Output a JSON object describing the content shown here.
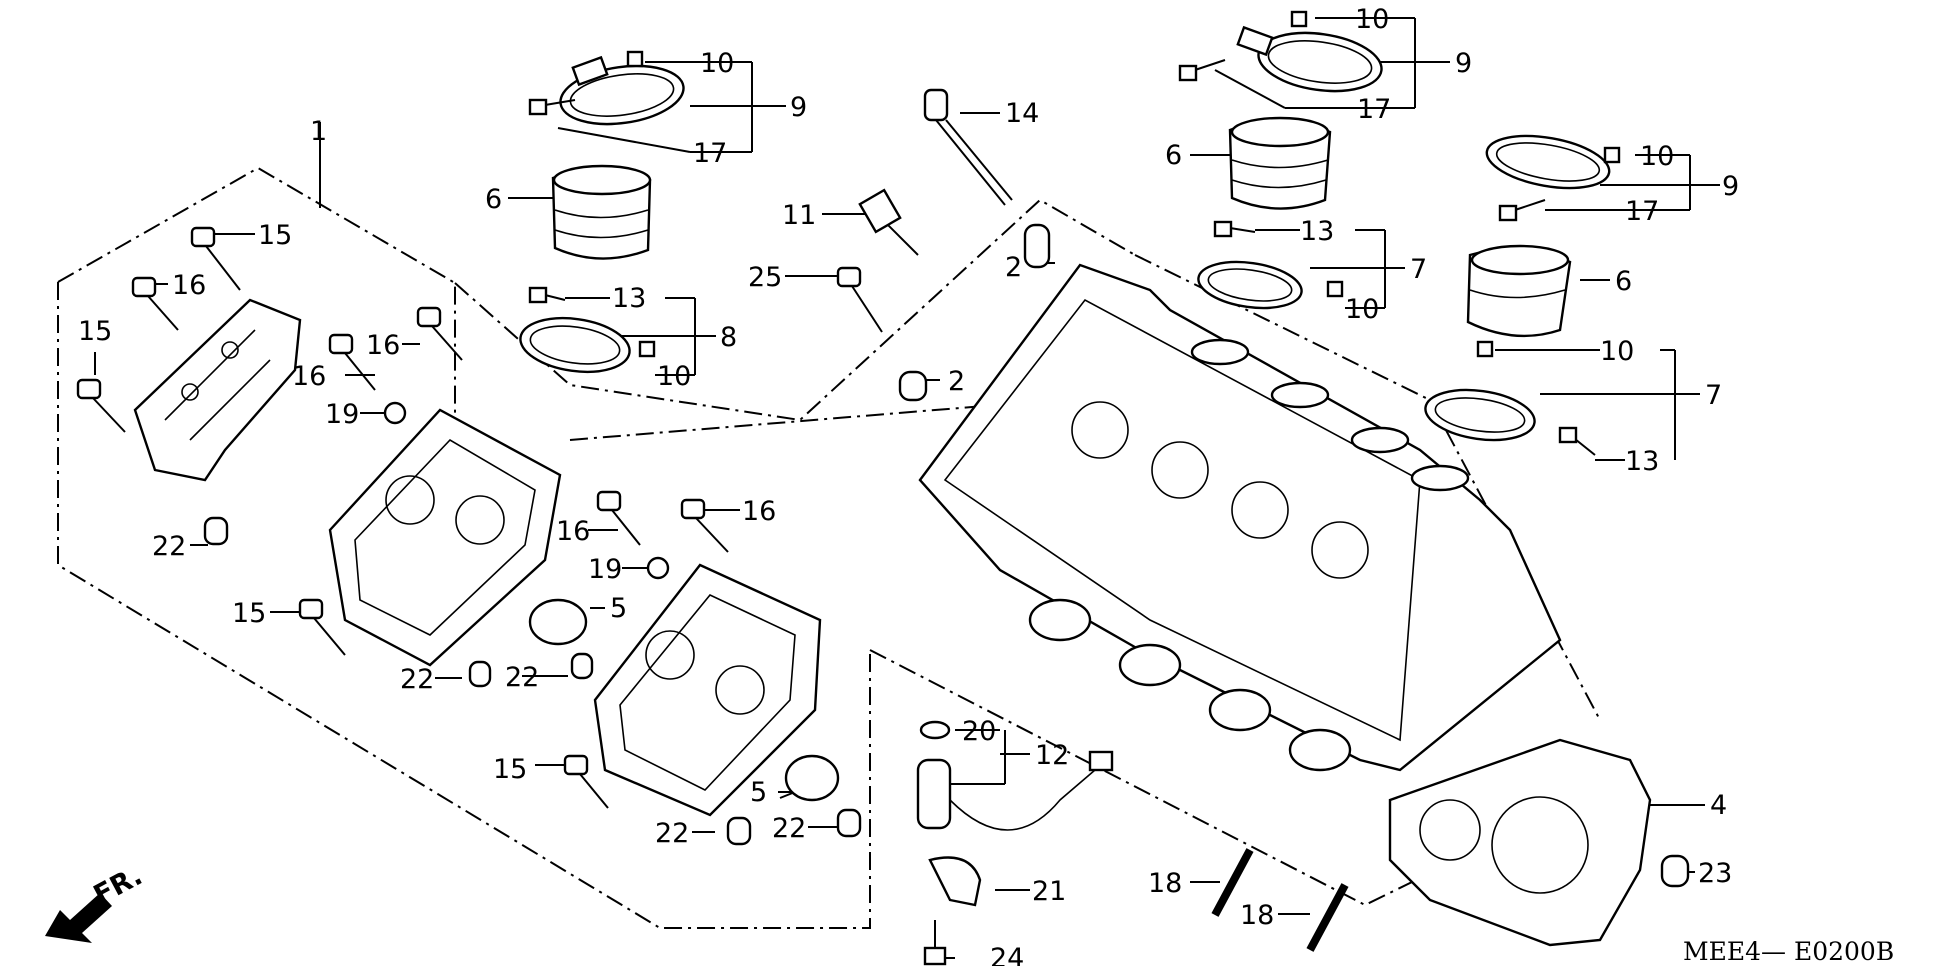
{
  "diagram": {
    "reference_code": "MEE4— E0200B",
    "front_marker": "FR.",
    "callouts": {
      "c1": "1",
      "c2a": "2",
      "c2b": "2",
      "c4": "4",
      "c5a": "5",
      "c5b": "5",
      "c6a": "6",
      "c6b": "6",
      "c6c": "6",
      "c7a": "7",
      "c7b": "7",
      "c8": "8",
      "c9a": "9",
      "c9b": "9",
      "c9c": "9",
      "c10a": "10",
      "c10b": "10",
      "c10c": "10",
      "c10d": "10",
      "c10e": "10",
      "c10f": "10",
      "c11": "11",
      "c12": "12",
      "c13a": "13",
      "c13b": "13",
      "c13c": "13",
      "c14": "14",
      "c15a": "15",
      "c15b": "15",
      "c15c": "15",
      "c15d": "15",
      "c16a": "16",
      "c16b": "16",
      "c16c": "16",
      "c16d": "16",
      "c16e": "16",
      "c17a": "17",
      "c17b": "17",
      "c17c": "17",
      "c18a": "18",
      "c18b": "18",
      "c19a": "19",
      "c19b": "19",
      "c20": "20",
      "c21": "21",
      "c22a": "22",
      "c22b": "22",
      "c22c": "22",
      "c22d": "22",
      "c22e": "22",
      "c23": "23",
      "c24": "24",
      "c25": "25"
    }
  }
}
